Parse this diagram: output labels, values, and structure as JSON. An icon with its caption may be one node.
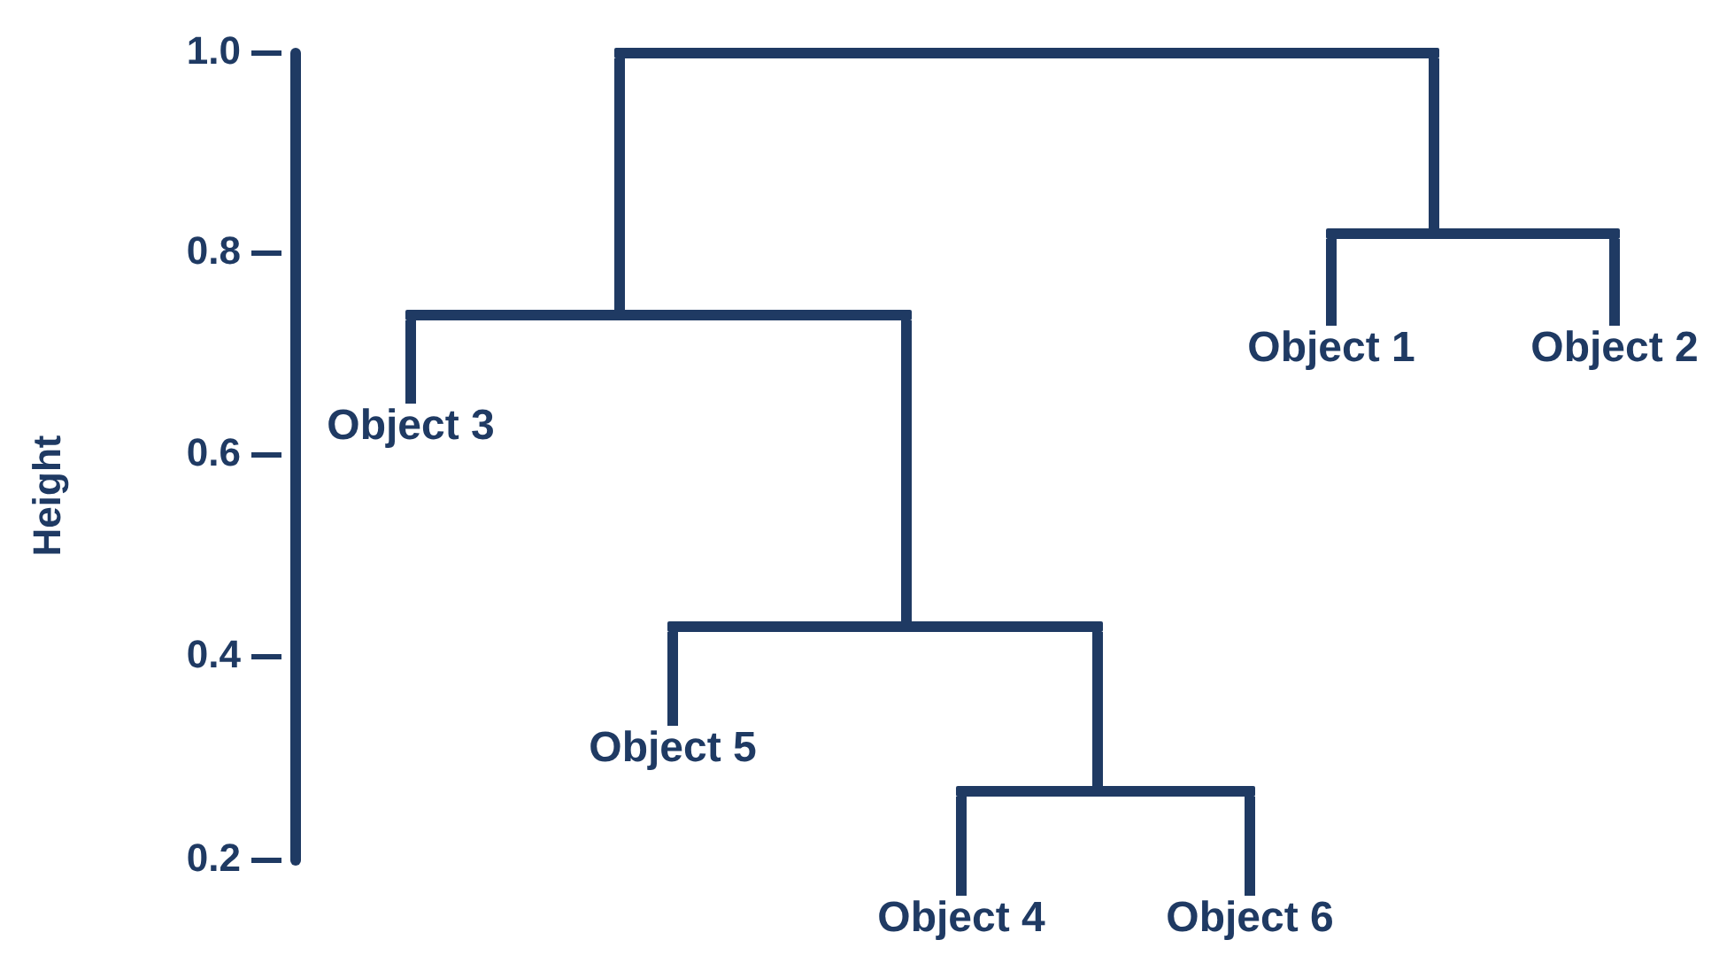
{
  "diagram": {
    "nodes": [
      {
        "text": [],
        "shape": "bar"
      },
      {
        "text": [],
        "shape": "bar"
      },
      {
        "text": [],
        "shape": "bar"
      },
      {
        "text": [
          "Object 1"
        ]
      },
      {
        "text": [
          "Object 2"
        ]
      },
      {
        "text": [
          "Object 3"
        ]
      },
      {
        "text": [],
        "shape": "bar"
      },
      {
        "text": [
          "Object 5"
        ]
      },
      {
        "text": [],
        "shape": "bar"
      },
      {
        "text": [
          "Object 4"
        ]
      },
      {
        "text": [
          "Object 6"
        ]
      }
    ],
    "edges": [
      {
        "from": 0,
        "to": 1,
        "arrow": "none"
      },
      {
        "from": 0,
        "to": 2,
        "arrow": "none"
      },
      {
        "from": 2,
        "to": 3,
        "arrow": "none"
      },
      {
        "from": 2,
        "to": 4,
        "arrow": "none"
      },
      {
        "from": 1,
        "to": 5,
        "arrow": "none"
      },
      {
        "from": 1,
        "to": 6,
        "arrow": "none"
      },
      {
        "from": 6,
        "to": 7,
        "arrow": "none"
      },
      {
        "from": 6,
        "to": 8,
        "arrow": "none"
      },
      {
        "from": 8,
        "to": 9,
        "arrow": "none"
      },
      {
        "from": 8,
        "to": 10,
        "arrow": "none"
      }
    ],
    "labels": [
      "1.0",
      "0.8",
      "0.6",
      "0.4",
      "0.2",
      "Height"
    ]
  }
}
